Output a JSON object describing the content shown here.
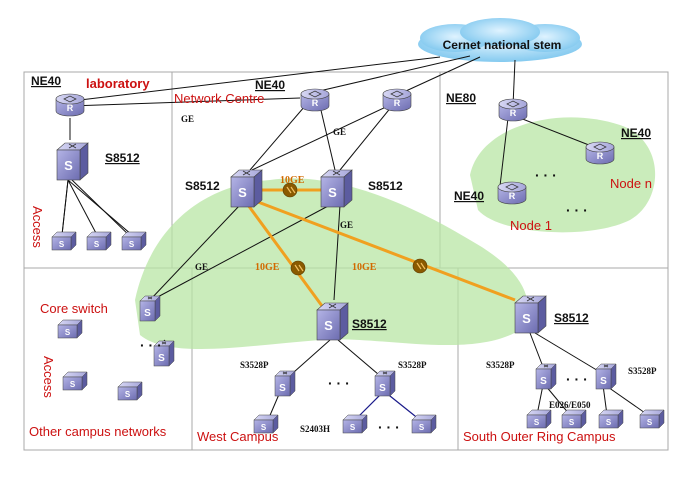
{
  "cloud_label": "Cernet national stem",
  "regions": {
    "laboratory": "laboratory",
    "network_centre": "Network Centre",
    "access_lab": "Access",
    "core_switch": "Core switch",
    "access_other": "Access",
    "other_campus": "Other campus networks",
    "west_campus": "West Campus",
    "south_campus": "South Outer Ring Campus",
    "node1": "Node 1",
    "noden": "Node n"
  },
  "devices": {
    "ne40_lab": "NE40",
    "ne40_centre": "NE40",
    "ne80": "NE80",
    "ne40_right1": "NE40",
    "ne40_right2": "NE40",
    "s8512_lab": "S8512",
    "s8512_left": "S8512",
    "s8512_right": "S8512",
    "s8512_west": "S8512",
    "s8512_south": "S8512",
    "s3528p_west1": "S3528P",
    "s3528p_west2": "S3528P",
    "s3528p_south1": "S3528P",
    "s3528p_south2": "S3528P",
    "s2403h": "S2403H",
    "e026": "E026/E050"
  },
  "links": {
    "ge1": "GE",
    "ge2": "GE",
    "ge3": "GE",
    "ge4": "GE",
    "tenge1": "10GE",
    "tenge2": "10GE",
    "tenge3": "10GE"
  },
  "dots": "· · ·",
  "icon_letters": {
    "router": "R",
    "switch": "S"
  },
  "colors": {
    "box_border": "#a8a8a8",
    "green_zone": "#b8e6a4",
    "orange_link": "#f0a020",
    "device_face": "#8c8cc8",
    "label_red": "#cc1111"
  }
}
